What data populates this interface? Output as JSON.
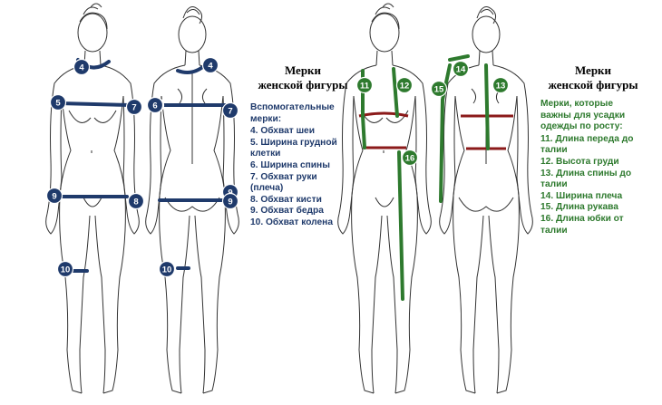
{
  "left_panel": {
    "title_line1": "Мерки",
    "title_line2": "женской фигуры",
    "heading": "Вспомогательные мерки:",
    "items": [
      "4. Обхват шеи",
      "5. Ширина грудной клетки",
      "6. Ширина спины",
      "7. Обхват руки (плеча)",
      "8. Обхват кисти",
      "9. Обхват бедра",
      "10. Обхват колена"
    ],
    "accent_color": "#1f3a6b"
  },
  "right_panel": {
    "title_line1": "Мерки",
    "title_line2": "женской фигуры",
    "heading": "Мерки, которые важны для усадки одежды по росту:",
    "items": [
      "11. Длина переда до талии",
      "12. Высота груди",
      "13. Длина спины до талии",
      "14. Ширина плеча",
      "15. Длина рукава",
      "16. Длина юбки от талии"
    ],
    "accent_color": "#2e7a2e",
    "secondary_color": "#8b1a1a"
  },
  "markers": {
    "left": [
      "4",
      "5",
      "6",
      "7",
      "8",
      "9",
      "10",
      "4",
      "6",
      "7",
      "9",
      "9",
      "10"
    ],
    "right": [
      "11",
      "12",
      "16",
      "14",
      "15",
      "13"
    ]
  }
}
